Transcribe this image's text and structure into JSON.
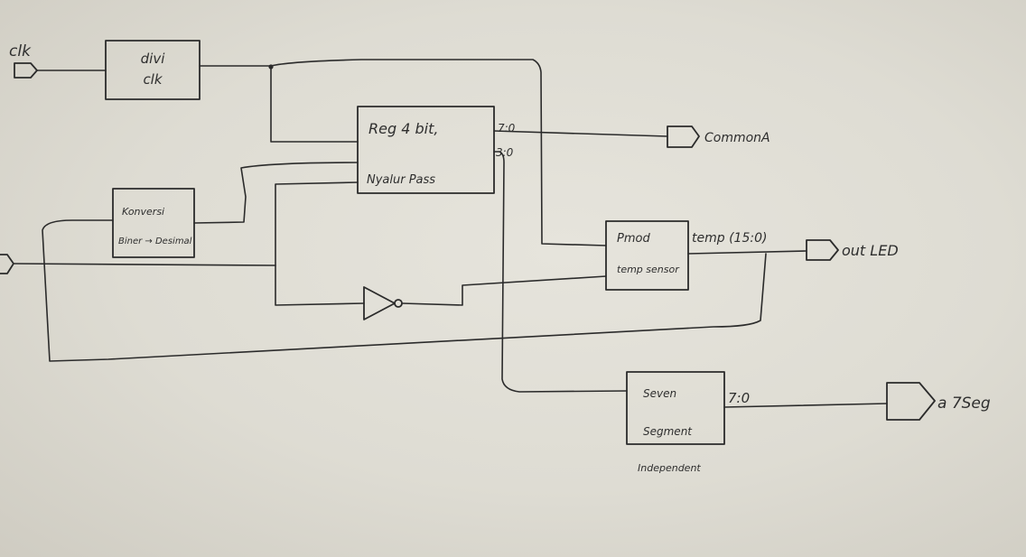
{
  "ports": {
    "clk_in": "clk",
    "common_a": "CommonA",
    "out_led": "out LED",
    "seg_out": "a 7Seg"
  },
  "blocks": {
    "divider": {
      "line1": "divi",
      "line2": "clk"
    },
    "converter": {
      "line1": "Konversi",
      "line2": "Biner → Desimal"
    },
    "register": {
      "line1": "Reg 4 bit,",
      "line2": "Nyalur Pass"
    },
    "pmod": {
      "line1": "Pmod",
      "line2": "temp sensor"
    },
    "seven_seg": {
      "line1": "Seven",
      "line2": "Segment",
      "caption": "Independent"
    }
  },
  "bus_labels": {
    "reg_high": "7:0",
    "reg_low": "3:0",
    "temp": "temp (15:0)",
    "seg": "7:0"
  },
  "colors": {
    "ink": "#2b2b2b",
    "paper": "#e2e0d8"
  }
}
